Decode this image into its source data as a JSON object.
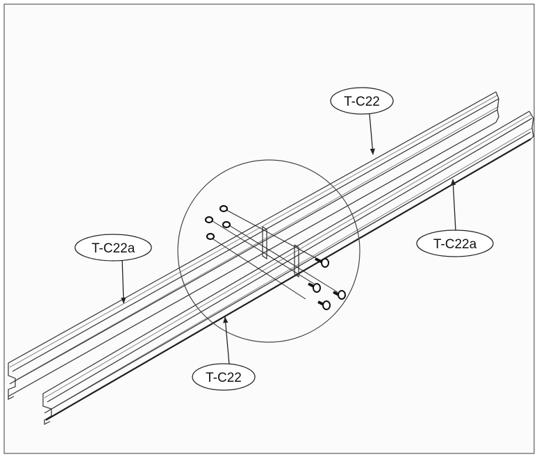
{
  "diagram": {
    "labels": [
      {
        "id": "top-right-rail",
        "text": "T-C22"
      },
      {
        "id": "left-rail",
        "text": "T-C22a"
      },
      {
        "id": "right-rail",
        "text": "T-C22a"
      },
      {
        "id": "bottom-rail",
        "text": "T-C22"
      }
    ],
    "fastener_counts": {
      "nuts": 4,
      "bolts": 4
    }
  }
}
